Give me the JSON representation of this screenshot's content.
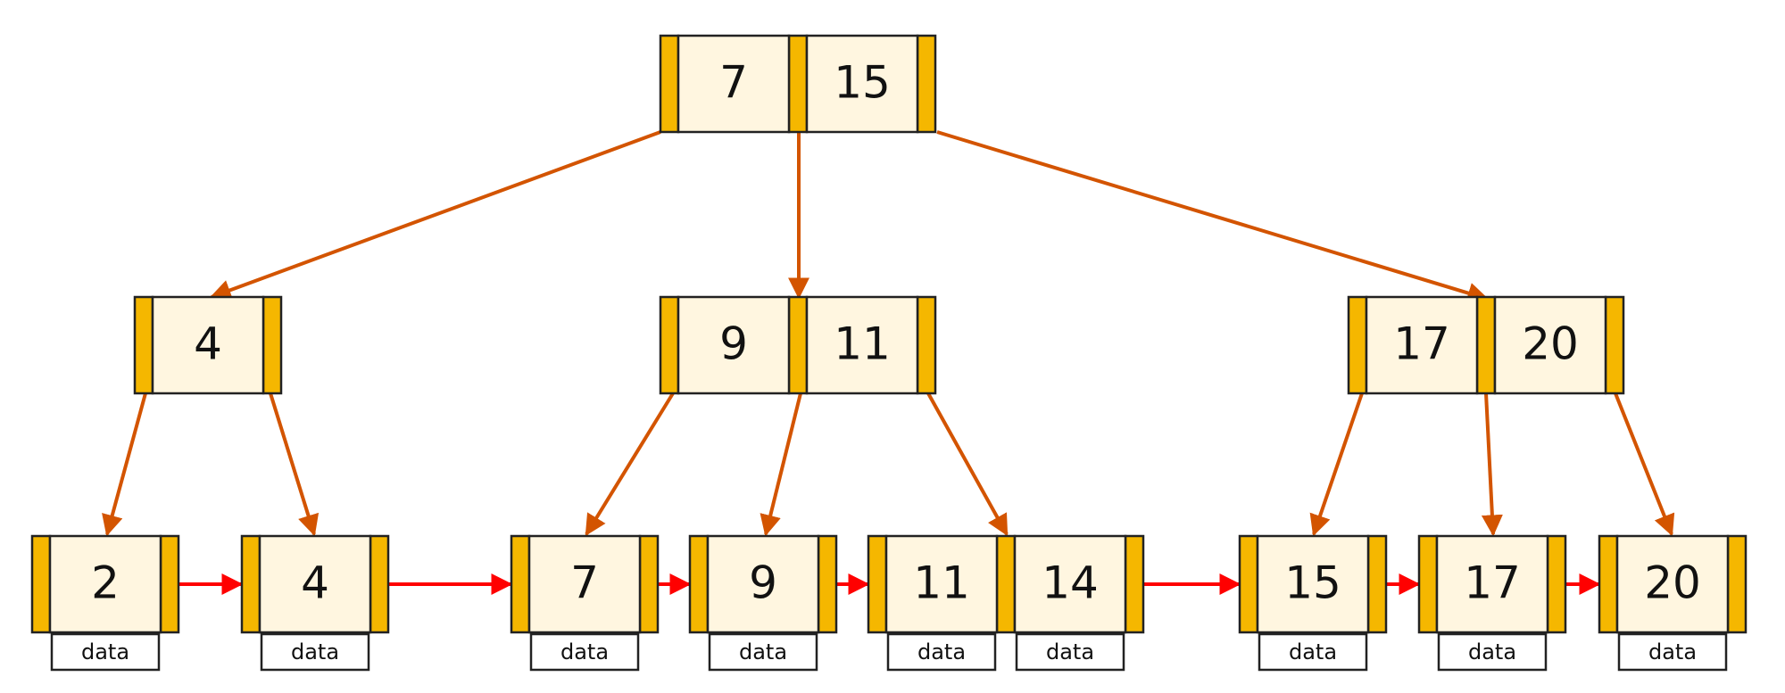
{
  "colors": {
    "pointer": "#F5B700",
    "key_fill": "#FFF6E0",
    "outline": "#222222",
    "tree_edge": "#D35400",
    "leaf_link": "#FF0000"
  },
  "data_label": "data",
  "root": {
    "keys": [
      "7",
      "15"
    ]
  },
  "internal": [
    {
      "keys": [
        "4"
      ]
    },
    {
      "keys": [
        "9",
        "11"
      ]
    },
    {
      "keys": [
        "17",
        "20"
      ]
    }
  ],
  "leaves": [
    {
      "keys": [
        "2"
      ]
    },
    {
      "keys": [
        "4"
      ]
    },
    {
      "keys": [
        "7"
      ]
    },
    {
      "keys": [
        "9"
      ]
    },
    {
      "keys": [
        "11",
        "14"
      ]
    },
    {
      "keys": [
        "15"
      ]
    },
    {
      "keys": [
        "17"
      ]
    },
    {
      "keys": [
        "20"
      ]
    }
  ]
}
